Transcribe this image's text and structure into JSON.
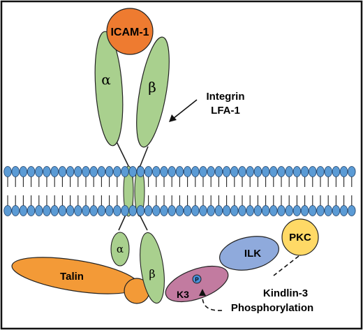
{
  "labels": {
    "icam": "ICAM-1",
    "alpha_ext": "α",
    "beta_ext": "β",
    "integrin_line1": "Integrin",
    "integrin_line2": "LFA-1",
    "alpha_cyt": "α",
    "beta_cyt": "β",
    "talin": "Talin",
    "ilk": "ILK",
    "pkc": "PKC",
    "k3": "K3",
    "phospho": "P",
    "kindlin_line1": "Kindlin-3",
    "kindlin_line2": "Phosphorylation"
  },
  "colors": {
    "border": "#111111",
    "icam": "#ee7b30",
    "integrin": "#a9d08e",
    "lipid_head": "#5b9bd5",
    "talin": "#f39a37",
    "ilk": "#8faadc",
    "pkc": "#ffd966",
    "kindlin": "#c27ba0",
    "phospho": "#4a90d9"
  }
}
